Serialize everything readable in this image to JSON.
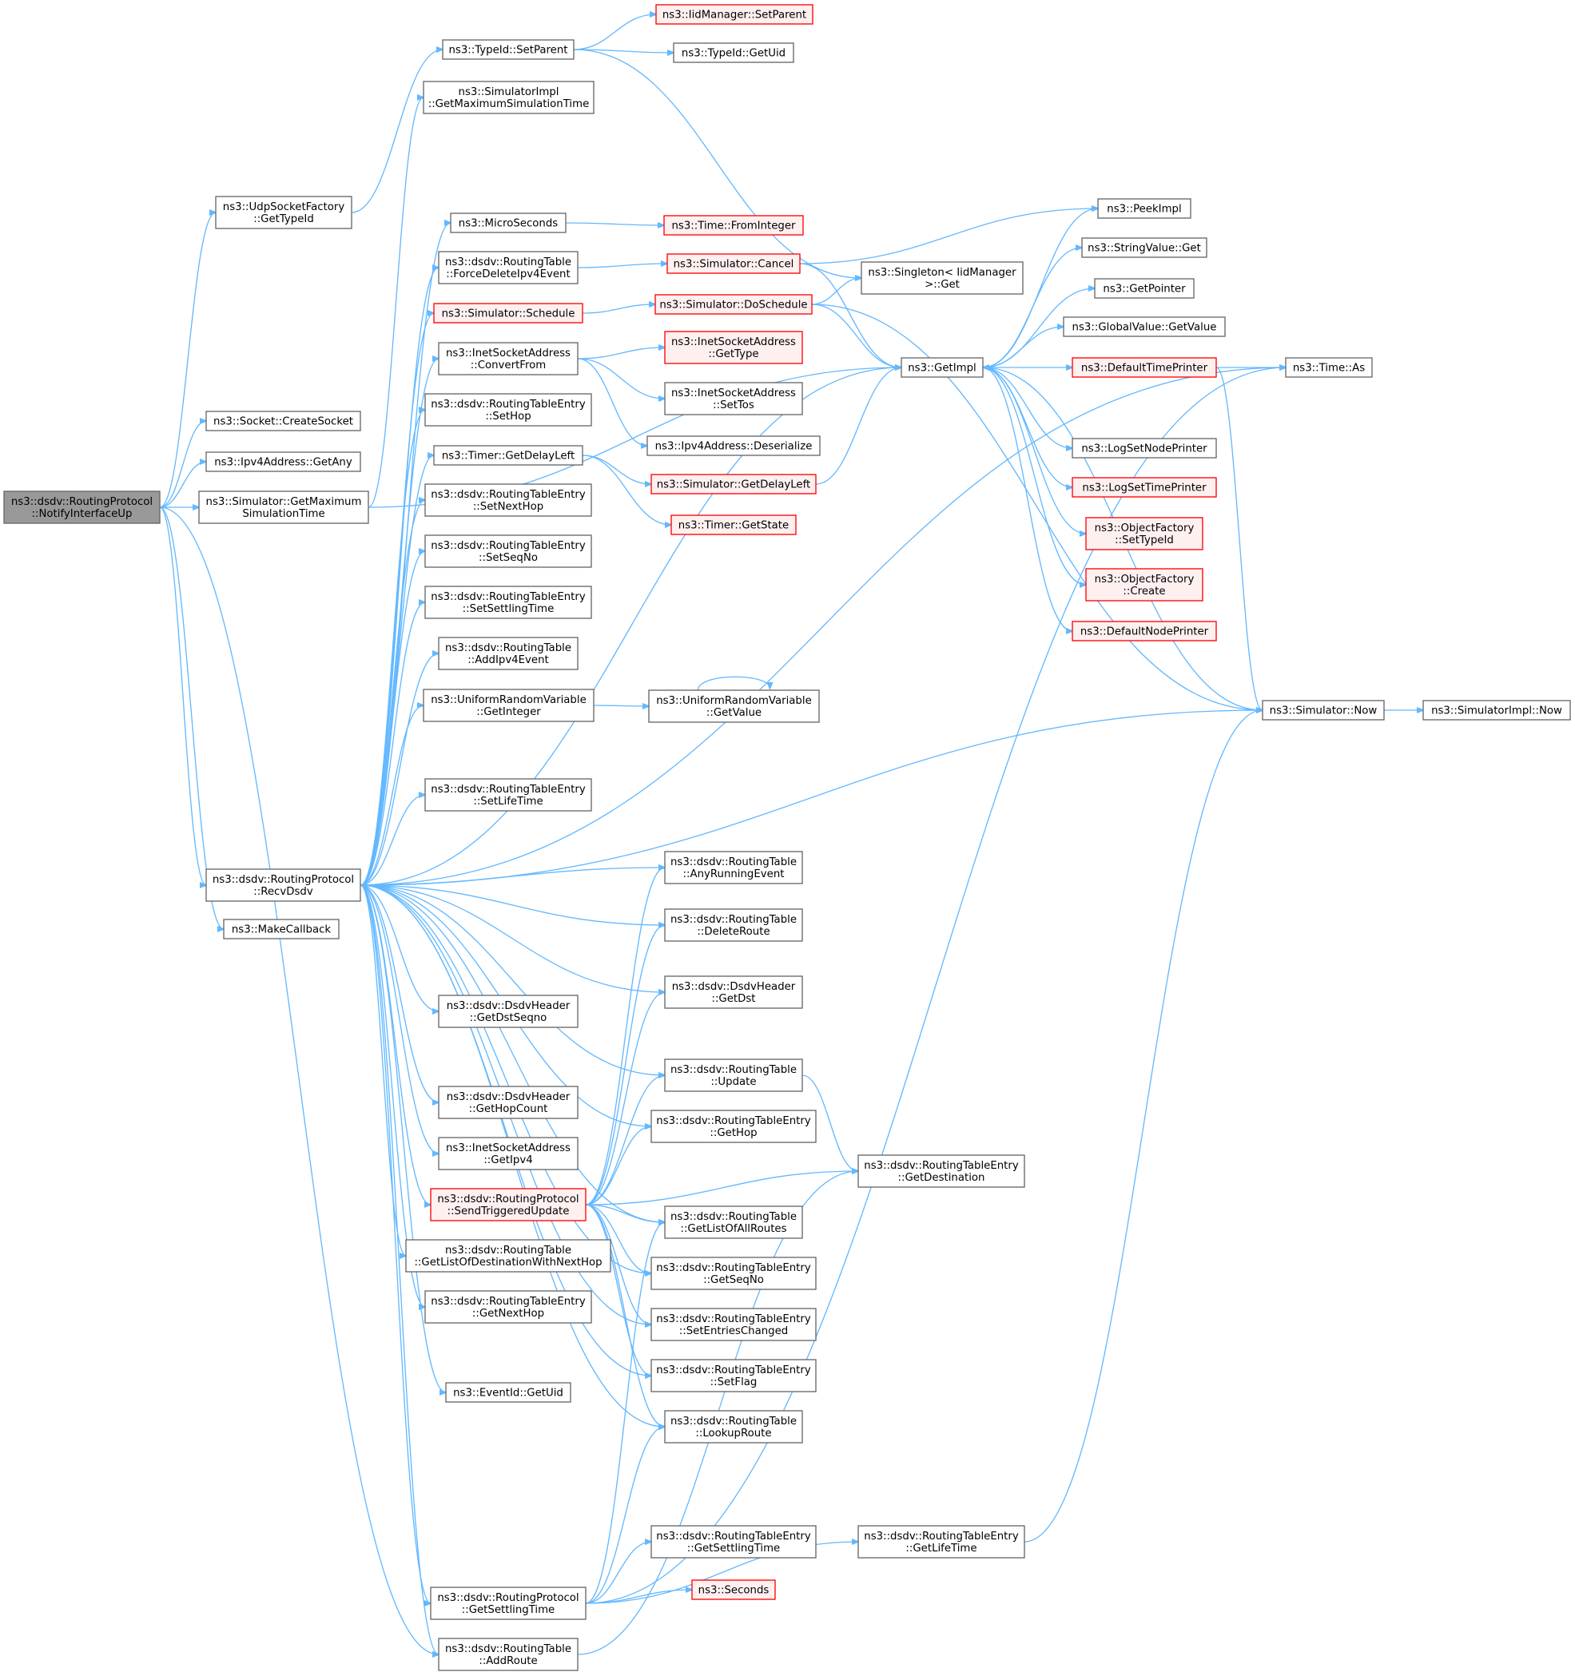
{
  "diagram": {
    "nodes": [
      {
        "id": "root",
        "lines": [
          "ns3::dsdv::RoutingProtocol",
          "::NotifyInterfaceUp"
        ],
        "style": "root"
      },
      {
        "id": "udpGetTypeId",
        "lines": [
          "ns3::UdpSocketFactory",
          "::GetTypeId"
        ],
        "style": "normal"
      },
      {
        "id": "createSocket",
        "lines": [
          "ns3::Socket::CreateSocket"
        ],
        "style": "normal"
      },
      {
        "id": "getAny",
        "lines": [
          "ns3::Ipv4Address::GetAny"
        ],
        "style": "normal"
      },
      {
        "id": "simGetMax",
        "lines": [
          "ns3::Simulator::GetMaximum",
          "SimulationTime"
        ],
        "style": "normal"
      },
      {
        "id": "recvDsdv",
        "lines": [
          "ns3::dsdv::RoutingProtocol",
          "::RecvDsdv"
        ],
        "style": "normal"
      },
      {
        "id": "makeCallback",
        "lines": [
          "ns3::MakeCallback"
        ],
        "style": "normal"
      },
      {
        "id": "setParent",
        "lines": [
          "ns3::TypeId::SetParent"
        ],
        "style": "normal"
      },
      {
        "id": "implGetMax",
        "lines": [
          "ns3::SimulatorImpl",
          "::GetMaximumSimulationTime"
        ],
        "style": "normal"
      },
      {
        "id": "microSeconds",
        "lines": [
          "ns3::MicroSeconds"
        ],
        "style": "normal"
      },
      {
        "id": "forceDelete",
        "lines": [
          "ns3::dsdv::RoutingTable",
          "::ForceDeleteIpv4Event"
        ],
        "style": "normal"
      },
      {
        "id": "schedule",
        "lines": [
          "ns3::Simulator::Schedule"
        ],
        "style": "red"
      },
      {
        "id": "convertFrom",
        "lines": [
          "ns3::InetSocketAddress",
          "::ConvertFrom"
        ],
        "style": "normal"
      },
      {
        "id": "setHop",
        "lines": [
          "ns3::dsdv::RoutingTableEntry",
          "::SetHop"
        ],
        "style": "normal"
      },
      {
        "id": "getDelayLeft",
        "lines": [
          "ns3::Timer::GetDelayLeft"
        ],
        "style": "normal"
      },
      {
        "id": "setNextHop",
        "lines": [
          "ns3::dsdv::RoutingTableEntry",
          "::SetNextHop"
        ],
        "style": "normal"
      },
      {
        "id": "setSeqNo",
        "lines": [
          "ns3::dsdv::RoutingTableEntry",
          "::SetSeqNo"
        ],
        "style": "normal"
      },
      {
        "id": "setSettling",
        "lines": [
          "ns3::dsdv::RoutingTableEntry",
          "::SetSettlingTime"
        ],
        "style": "normal"
      },
      {
        "id": "addIpv4Event",
        "lines": [
          "ns3::dsdv::RoutingTable",
          "::AddIpv4Event"
        ],
        "style": "normal"
      },
      {
        "id": "uniGetInteger",
        "lines": [
          "ns3::UniformRandomVariable",
          "::GetInteger"
        ],
        "style": "normal"
      },
      {
        "id": "setLifeTime",
        "lines": [
          "ns3::dsdv::RoutingTableEntry",
          "::SetLifeTime"
        ],
        "style": "normal"
      },
      {
        "id": "getDstSeqno",
        "lines": [
          "ns3::dsdv::DsdvHeader",
          "::GetDstSeqno"
        ],
        "style": "normal"
      },
      {
        "id": "getHopCount",
        "lines": [
          "ns3::dsdv::DsdvHeader",
          "::GetHopCount"
        ],
        "style": "normal"
      },
      {
        "id": "getIpv4",
        "lines": [
          "ns3::InetSocketAddress",
          "::GetIpv4"
        ],
        "style": "normal"
      },
      {
        "id": "sendTriggered",
        "lines": [
          "ns3::dsdv::RoutingProtocol",
          "::SendTriggeredUpdate"
        ],
        "style": "red"
      },
      {
        "id": "getListDest",
        "lines": [
          "ns3::dsdv::RoutingTable",
          "::GetListOfDestinationWithNextHop"
        ],
        "style": "normal"
      },
      {
        "id": "getNextHop",
        "lines": [
          "ns3::dsdv::RoutingTableEntry",
          "::GetNextHop"
        ],
        "style": "normal"
      },
      {
        "id": "eventGetUid",
        "lines": [
          "ns3::EventId::GetUid"
        ],
        "style": "normal"
      },
      {
        "id": "protoGetSettling",
        "lines": [
          "ns3::dsdv::RoutingProtocol",
          "::GetSettlingTime"
        ],
        "style": "normal"
      },
      {
        "id": "addRoute",
        "lines": [
          "ns3::dsdv::RoutingTable",
          "::AddRoute"
        ],
        "style": "normal"
      },
      {
        "id": "iidSetParent",
        "lines": [
          "ns3::IidManager::SetParent"
        ],
        "style": "red"
      },
      {
        "id": "typeGetUid",
        "lines": [
          "ns3::TypeId::GetUid"
        ],
        "style": "normal"
      },
      {
        "id": "fromInteger",
        "lines": [
          "ns3::Time::FromInteger"
        ],
        "style": "red"
      },
      {
        "id": "simCancel",
        "lines": [
          "ns3::Simulator::Cancel"
        ],
        "style": "red"
      },
      {
        "id": "doSchedule",
        "lines": [
          "ns3::Simulator::DoSchedule"
        ],
        "style": "red"
      },
      {
        "id": "inetGetType",
        "lines": [
          "ns3::InetSocketAddress",
          "::GetType"
        ],
        "style": "red"
      },
      {
        "id": "setTos",
        "lines": [
          "ns3::InetSocketAddress",
          "::SetTos"
        ],
        "style": "normal"
      },
      {
        "id": "deserialize",
        "lines": [
          "ns3::Ipv4Address::Deserialize"
        ],
        "style": "normal"
      },
      {
        "id": "simGetDelayLeft",
        "lines": [
          "ns3::Simulator::GetDelayLeft"
        ],
        "style": "red"
      },
      {
        "id": "timerGetState",
        "lines": [
          "ns3::Timer::GetState"
        ],
        "style": "red"
      },
      {
        "id": "uniGetValue",
        "lines": [
          "ns3::UniformRandomVariable",
          "::GetValue"
        ],
        "style": "normal"
      },
      {
        "id": "anyRunning",
        "lines": [
          "ns3::dsdv::RoutingTable",
          "::AnyRunningEvent"
        ],
        "style": "normal"
      },
      {
        "id": "deleteRoute",
        "lines": [
          "ns3::dsdv::RoutingTable",
          "::DeleteRoute"
        ],
        "style": "normal"
      },
      {
        "id": "getDst",
        "lines": [
          "ns3::dsdv::DsdvHeader",
          "::GetDst"
        ],
        "style": "normal"
      },
      {
        "id": "tableUpdate",
        "lines": [
          "ns3::dsdv::RoutingTable",
          "::Update"
        ],
        "style": "normal"
      },
      {
        "id": "getHop",
        "lines": [
          "ns3::dsdv::RoutingTableEntry",
          "::GetHop"
        ],
        "style": "normal"
      },
      {
        "id": "getListAll",
        "lines": [
          "ns3::dsdv::RoutingTable",
          "::GetListOfAllRoutes"
        ],
        "style": "normal"
      },
      {
        "id": "entryGetSeqNo",
        "lines": [
          "ns3::dsdv::RoutingTableEntry",
          "::GetSeqNo"
        ],
        "style": "normal"
      },
      {
        "id": "setEntriesChanged",
        "lines": [
          "ns3::dsdv::RoutingTableEntry",
          "::SetEntriesChanged"
        ],
        "style": "normal"
      },
      {
        "id": "setFlag",
        "lines": [
          "ns3::dsdv::RoutingTableEntry",
          "::SetFlag"
        ],
        "style": "normal"
      },
      {
        "id": "lookupRoute",
        "lines": [
          "ns3::dsdv::RoutingTable",
          "::LookupRoute"
        ],
        "style": "normal"
      },
      {
        "id": "entryGetSettling",
        "lines": [
          "ns3::dsdv::RoutingTableEntry",
          "::GetSettlingTime"
        ],
        "style": "normal"
      },
      {
        "id": "seconds",
        "lines": [
          "ns3::Seconds"
        ],
        "style": "red"
      },
      {
        "id": "singletonGet",
        "lines": [
          "ns3::Singleton< IidManager",
          ">::Get"
        ],
        "style": "normal"
      },
      {
        "id": "getImpl",
        "lines": [
          "ns3::GetImpl"
        ],
        "style": "normal"
      },
      {
        "id": "getDestination",
        "lines": [
          "ns3::dsdv::RoutingTableEntry",
          "::GetDestination"
        ],
        "style": "normal"
      },
      {
        "id": "getLifeTime",
        "lines": [
          "ns3::dsdv::RoutingTableEntry",
          "::GetLifeTime"
        ],
        "style": "normal"
      },
      {
        "id": "peekImpl",
        "lines": [
          "ns3::PeekImpl"
        ],
        "style": "normal"
      },
      {
        "id": "stringGet",
        "lines": [
          "ns3::StringValue::Get"
        ],
        "style": "normal"
      },
      {
        "id": "getPointer",
        "lines": [
          "ns3::GetPointer"
        ],
        "style": "normal"
      },
      {
        "id": "globalGetValue",
        "lines": [
          "ns3::GlobalValue::GetValue"
        ],
        "style": "normal"
      },
      {
        "id": "defaultTimePrinter",
        "lines": [
          "ns3::DefaultTimePrinter"
        ],
        "style": "red"
      },
      {
        "id": "logSetNode",
        "lines": [
          "ns3::LogSetNodePrinter"
        ],
        "style": "normal"
      },
      {
        "id": "logSetTime",
        "lines": [
          "ns3::LogSetTimePrinter"
        ],
        "style": "red"
      },
      {
        "id": "ofSetTypeId",
        "lines": [
          "ns3::ObjectFactory",
          "::SetTypeId"
        ],
        "style": "red"
      },
      {
        "id": "ofCreate",
        "lines": [
          "ns3::ObjectFactory",
          "::Create"
        ],
        "style": "red"
      },
      {
        "id": "defaultNodePrinter",
        "lines": [
          "ns3::DefaultNodePrinter"
        ],
        "style": "red"
      },
      {
        "id": "timeAs",
        "lines": [
          "ns3::Time::As"
        ],
        "style": "normal"
      },
      {
        "id": "simNow",
        "lines": [
          "ns3::Simulator::Now"
        ],
        "style": "normal"
      },
      {
        "id": "implNow",
        "lines": [
          "ns3::SimulatorImpl::Now"
        ],
        "style": "normal"
      }
    ],
    "edges": [
      [
        "root",
        "udpGetTypeId"
      ],
      [
        "root",
        "createSocket"
      ],
      [
        "root",
        "getAny"
      ],
      [
        "root",
        "simGetMax"
      ],
      [
        "root",
        "recvDsdv"
      ],
      [
        "root",
        "makeCallback"
      ],
      [
        "root",
        "addRoute"
      ],
      [
        "udpGetTypeId",
        "setParent"
      ],
      [
        "setParent",
        "iidSetParent"
      ],
      [
        "setParent",
        "typeGetUid"
      ],
      [
        "setParent",
        "singletonGet"
      ],
      [
        "simGetMax",
        "implGetMax"
      ],
      [
        "simGetMax",
        "getImpl"
      ],
      [
        "recvDsdv",
        "timeAs"
      ],
      [
        "recvDsdv",
        "getImpl"
      ],
      [
        "recvDsdv",
        "microSeconds"
      ],
      [
        "recvDsdv",
        "forceDelete"
      ],
      [
        "recvDsdv",
        "schedule"
      ],
      [
        "recvDsdv",
        "convertFrom"
      ],
      [
        "recvDsdv",
        "setHop"
      ],
      [
        "recvDsdv",
        "getDelayLeft"
      ],
      [
        "recvDsdv",
        "setNextHop"
      ],
      [
        "recvDsdv",
        "setSeqNo"
      ],
      [
        "recvDsdv",
        "setSettling"
      ],
      [
        "recvDsdv",
        "addIpv4Event"
      ],
      [
        "recvDsdv",
        "uniGetInteger"
      ],
      [
        "recvDsdv",
        "simNow"
      ],
      [
        "recvDsdv",
        "setLifeTime"
      ],
      [
        "recvDsdv",
        "anyRunning"
      ],
      [
        "recvDsdv",
        "deleteRoute"
      ],
      [
        "recvDsdv",
        "getDst"
      ],
      [
        "recvDsdv",
        "tableUpdate"
      ],
      [
        "recvDsdv",
        "getHop"
      ],
      [
        "recvDsdv",
        "getDstSeqno"
      ],
      [
        "recvDsdv",
        "getHopCount"
      ],
      [
        "recvDsdv",
        "getIpv4"
      ],
      [
        "recvDsdv",
        "sendTriggered"
      ],
      [
        "recvDsdv",
        "getListDest"
      ],
      [
        "recvDsdv",
        "getNextHop"
      ],
      [
        "recvDsdv",
        "eventGetUid"
      ],
      [
        "recvDsdv",
        "protoGetSettling"
      ],
      [
        "recvDsdv",
        "addRoute"
      ],
      [
        "recvDsdv",
        "entryGetSeqNo"
      ],
      [
        "recvDsdv",
        "setEntriesChanged"
      ],
      [
        "recvDsdv",
        "setFlag"
      ],
      [
        "recvDsdv",
        "lookupRoute"
      ],
      [
        "recvDsdv",
        "getListAll"
      ],
      [
        "microSeconds",
        "fromInteger"
      ],
      [
        "forceDelete",
        "simCancel"
      ],
      [
        "schedule",
        "doSchedule"
      ],
      [
        "convertFrom",
        "inetGetType"
      ],
      [
        "convertFrom",
        "setTos"
      ],
      [
        "convertFrom",
        "deserialize"
      ],
      [
        "getDelayLeft",
        "simGetDelayLeft"
      ],
      [
        "getDelayLeft",
        "timerGetState"
      ],
      [
        "uniGetInteger",
        "uniGetValue"
      ],
      [
        "uniGetValue",
        "uniGetValue"
      ],
      [
        "simCancel",
        "peekImpl"
      ],
      [
        "simCancel",
        "getImpl"
      ],
      [
        "doSchedule",
        "singletonGet"
      ],
      [
        "doSchedule",
        "getImpl"
      ],
      [
        "doSchedule",
        "simNow"
      ],
      [
        "simGetDelayLeft",
        "getImpl"
      ],
      [
        "tableUpdate",
        "getDestination"
      ],
      [
        "sendTriggered",
        "anyRunning"
      ],
      [
        "sendTriggered",
        "deleteRoute"
      ],
      [
        "sendTriggered",
        "getDst"
      ],
      [
        "sendTriggered",
        "tableUpdate"
      ],
      [
        "sendTriggered",
        "getHop"
      ],
      [
        "sendTriggered",
        "getDestination"
      ],
      [
        "sendTriggered",
        "getListAll"
      ],
      [
        "sendTriggered",
        "entryGetSeqNo"
      ],
      [
        "sendTriggered",
        "setEntriesChanged"
      ],
      [
        "sendTriggered",
        "setFlag"
      ],
      [
        "sendTriggered",
        "lookupRoute"
      ],
      [
        "protoGetSettling",
        "getListAll"
      ],
      [
        "protoGetSettling",
        "lookupRoute"
      ],
      [
        "protoGetSettling",
        "entryGetSettling"
      ],
      [
        "protoGetSettling",
        "seconds"
      ],
      [
        "protoGetSettling",
        "getLifeTime"
      ],
      [
        "protoGetSettling",
        "timeAs"
      ],
      [
        "addRoute",
        "getDestination"
      ],
      [
        "getLifeTime",
        "simNow"
      ],
      [
        "getImpl",
        "peekImpl"
      ],
      [
        "getImpl",
        "stringGet"
      ],
      [
        "getImpl",
        "getPointer"
      ],
      [
        "getImpl",
        "globalGetValue"
      ],
      [
        "getImpl",
        "defaultTimePrinter"
      ],
      [
        "getImpl",
        "logSetNode"
      ],
      [
        "getImpl",
        "logSetTime"
      ],
      [
        "getImpl",
        "ofSetTypeId"
      ],
      [
        "getImpl",
        "ofCreate"
      ],
      [
        "getImpl",
        "defaultNodePrinter"
      ],
      [
        "defaultTimePrinter",
        "timeAs"
      ],
      [
        "defaultTimePrinter",
        "simNow"
      ],
      [
        "simNow",
        "getImpl"
      ],
      [
        "simNow",
        "implNow"
      ]
    ]
  }
}
